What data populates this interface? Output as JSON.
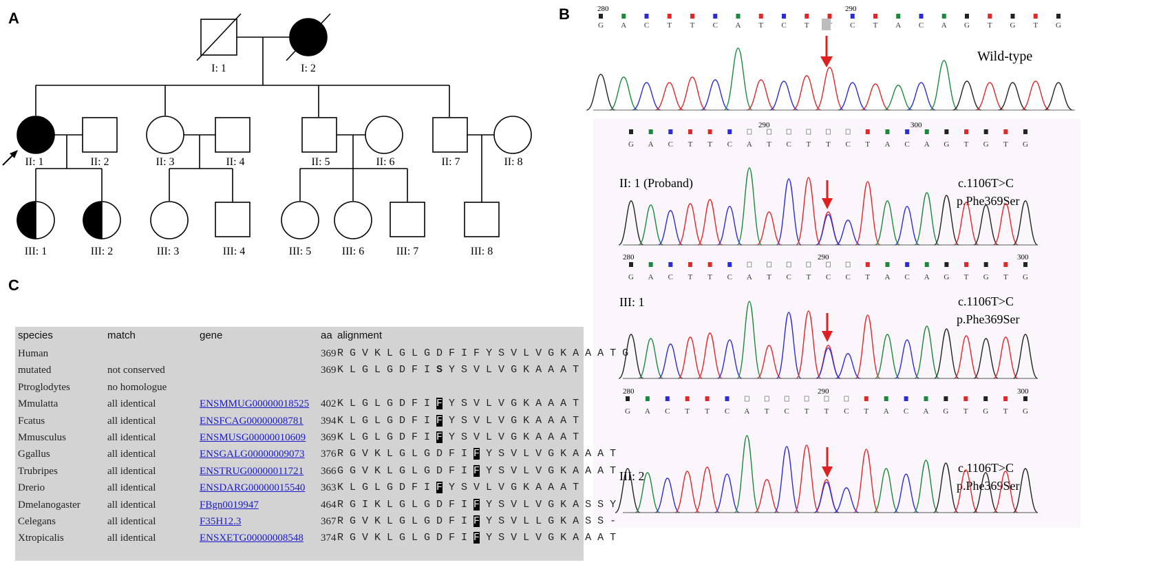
{
  "panels": {
    "a": "A",
    "b": "B",
    "c": "C"
  },
  "pedigree": {
    "labels": {
      "I1": "I: 1",
      "I2": "I: 2",
      "II1": "II: 1",
      "II2": "II: 2",
      "II3": "II: 3",
      "II4": "II: 4",
      "II5": "II: 5",
      "II6": "II: 6",
      "II7": "II: 7",
      "II8": "II: 8",
      "III1": "III: 1",
      "III2": "III: 2",
      "III3": "III: 3",
      "III4": "III: 4",
      "III5": "III: 5",
      "III6": "III: 6",
      "III7": "III: 7",
      "III8": "III: 8"
    }
  },
  "chromatograms": {
    "base_colors": {
      "G": "#222222",
      "A": "#1a8a3a",
      "T": "#e02828",
      "C": "#2b2bd8"
    },
    "ref_sequence": [
      "G",
      "A",
      "C",
      "T",
      "T",
      "C",
      "A",
      "T",
      "C",
      "T",
      "T",
      "C",
      "T",
      "A",
      "C",
      "A",
      "G",
      "T",
      "G",
      "T",
      "G"
    ],
    "mut_sequence": [
      "G",
      "A",
      "C",
      "T",
      "T",
      "C",
      "A",
      "T",
      "C",
      "T",
      "C",
      "C",
      "T",
      "A",
      "C",
      "A",
      "G",
      "T",
      "G",
      "T",
      "G"
    ],
    "wild": {
      "label": "Wild-type",
      "pos_left": "280",
      "pos_mid": "290"
    },
    "proband": {
      "label": "II: 1 (Proband)",
      "mutation": "c.1106T>C",
      "protein": "p.Phe369Ser",
      "pos_mid": "290",
      "pos_right": "300"
    },
    "iii1": {
      "label": "III: 1",
      "mutation": "c.1106T>C",
      "protein": "p.Phe369Ser",
      "pos_left": "280",
      "pos_mid": "290",
      "pos_right": "300"
    },
    "iii2": {
      "label": "III: 2",
      "mutation": "c.1106T>C",
      "protein": "p.Phe369Ser",
      "pos_left": "280",
      "pos_mid": "290",
      "pos_right": "300"
    }
  },
  "conservation": {
    "headers": {
      "species": "species",
      "match": "match",
      "gene": "gene",
      "aa": "aa",
      "alignment": "alignment"
    },
    "rows": [
      {
        "species": "Human",
        "match": "",
        "gene": "",
        "aa": "369",
        "prefix": "RGV",
        "pre": "KLGLGDFI",
        "mid": "F",
        "post": "YSVLVGKAAATG",
        "mid_style": "none"
      },
      {
        "species": "mutated",
        "match": "not conserved",
        "gene": "",
        "aa": "369",
        "prefix": "",
        "pre": "KLGLGDFI",
        "mid": "S",
        "post": "YSVLVGKAAAT",
        "mid_style": "bold"
      },
      {
        "species": "Ptroglodytes",
        "match": "no homologue",
        "gene": "",
        "aa": "",
        "prefix": "",
        "pre": "",
        "mid": "",
        "post": "",
        "mid_style": "none"
      },
      {
        "species": "Mmulatta",
        "match": "all identical",
        "gene": "ENSMMUG00000018525",
        "aa": "402",
        "prefix": "",
        "pre": "KLGLGDFI",
        "mid": "F",
        "post": "YSVLVGKAAAT",
        "mid_style": "box"
      },
      {
        "species": "Fcatus",
        "match": "all identical",
        "gene": "ENSFCAG00000008781",
        "aa": "394",
        "prefix": "",
        "pre": "KLGLGDFI",
        "mid": "F",
        "post": "YSVLVGKAAAT",
        "mid_style": "box"
      },
      {
        "species": "Mmusculus",
        "match": "all identical",
        "gene": "ENSMUSG00000010609",
        "aa": "369",
        "prefix": "",
        "pre": "KLGLGDFI",
        "mid": "F",
        "post": "YSVLVGKAAAT",
        "mid_style": "box"
      },
      {
        "species": "Ggallus",
        "match": "all identical",
        "gene": "ENSGALG00000009073",
        "aa": "376",
        "prefix": "RGV",
        "pre": "KLGLGDFI",
        "mid": "F",
        "post": "YSVLVGKAAAT",
        "mid_style": "box"
      },
      {
        "species": "Trubripes",
        "match": "all identical",
        "gene": "ENSTRUG00000011721",
        "aa": "366",
        "prefix": "GGV",
        "pre": "KLGLGDFI",
        "mid": "F",
        "post": "YSVLVGKAAAT",
        "mid_style": "box"
      },
      {
        "species": "Drerio",
        "match": "all identical",
        "gene": "ENSDARG00000015540",
        "aa": "363",
        "prefix": "",
        "pre": "KLGLGDFI",
        "mid": "F",
        "post": "YSVLVGKAAAT",
        "mid_style": "box"
      },
      {
        "species": "Dmelanogaster",
        "match": "all identical",
        "gene": "FBgn0019947",
        "aa": "464",
        "prefix": "RGI",
        "pre": "KLGLGDFI",
        "mid": "F",
        "post": "YSVLVGKASSY",
        "mid_style": "box"
      },
      {
        "species": "Celegans",
        "match": "all identical",
        "gene": "F35H12.3",
        "aa": "367",
        "prefix": "RGV",
        "pre": "KLGLGDFI",
        "mid": "F",
        "post": "YSVLLGKASS-",
        "mid_style": "box"
      },
      {
        "species": "Xtropicalis",
        "match": "all identical",
        "gene": "ENSXETG00000008548",
        "aa": "374",
        "prefix": "RGV",
        "pre": "KLGLGDFI",
        "mid": "F",
        "post": "YSVLVGKAAAT",
        "mid_style": "box"
      }
    ]
  }
}
